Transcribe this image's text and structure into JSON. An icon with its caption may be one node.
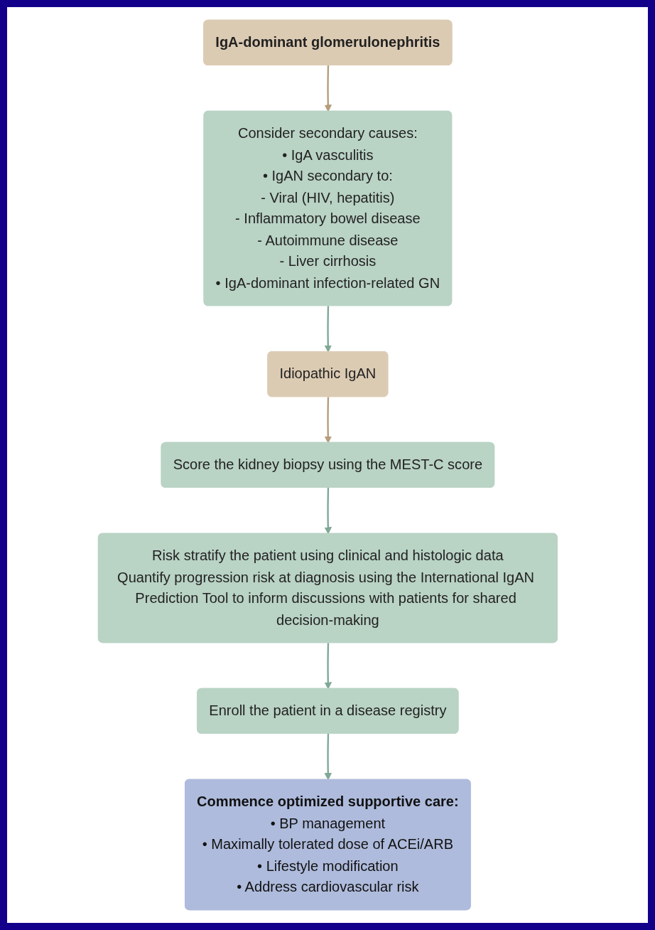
{
  "diagram": {
    "nodes": [
      {
        "text": [
          "IgA-dominant glomerulonephritis"
        ]
      },
      {
        "text": [
          "Consider secondary causes:",
          "• IgA vasculitis",
          "• IgAN secondary to:",
          "- Viral (HIV, hepatitis)",
          "- Inflammatory bowel disease",
          "- Autoimmune disease",
          "- Liver cirrhosis",
          "• IgA-dominant infection-related GN"
        ]
      },
      {
        "text": [
          "Idiopathic IgAN"
        ]
      },
      {
        "text": [
          "Score the kidney biopsy using the MEST-C score"
        ]
      },
      {
        "text": [
          "Risk stratify the patient using clinical and histologic data",
          "Quantify progression risk at diagnosis using the International IgAN Prediction Tool to inform discussions with patients for shared decision-making"
        ]
      },
      {
        "text": [
          "Enroll the patient in a disease registry"
        ]
      },
      {
        "text": [
          "Commence optimized supportive care:",
          "• BP management",
          "• Maximally tolerated dose of ACEi/ARB",
          "• Lifestyle modification",
          "• Address cardiovascular risk"
        ]
      }
    ],
    "edges": [
      {
        "from": 0,
        "to": 1,
        "arrow": "to",
        "color": "#b59c7c"
      },
      {
        "from": 1,
        "to": 2,
        "arrow": "to"
      },
      {
        "from": 2,
        "to": 3,
        "arrow": "to",
        "color": "#b59c7c"
      },
      {
        "from": 3,
        "to": 4,
        "arrow": "to"
      },
      {
        "from": 4,
        "to": 5,
        "arrow": "to"
      },
      {
        "from": 5,
        "to": 6,
        "arrow": "to"
      }
    ]
  }
}
